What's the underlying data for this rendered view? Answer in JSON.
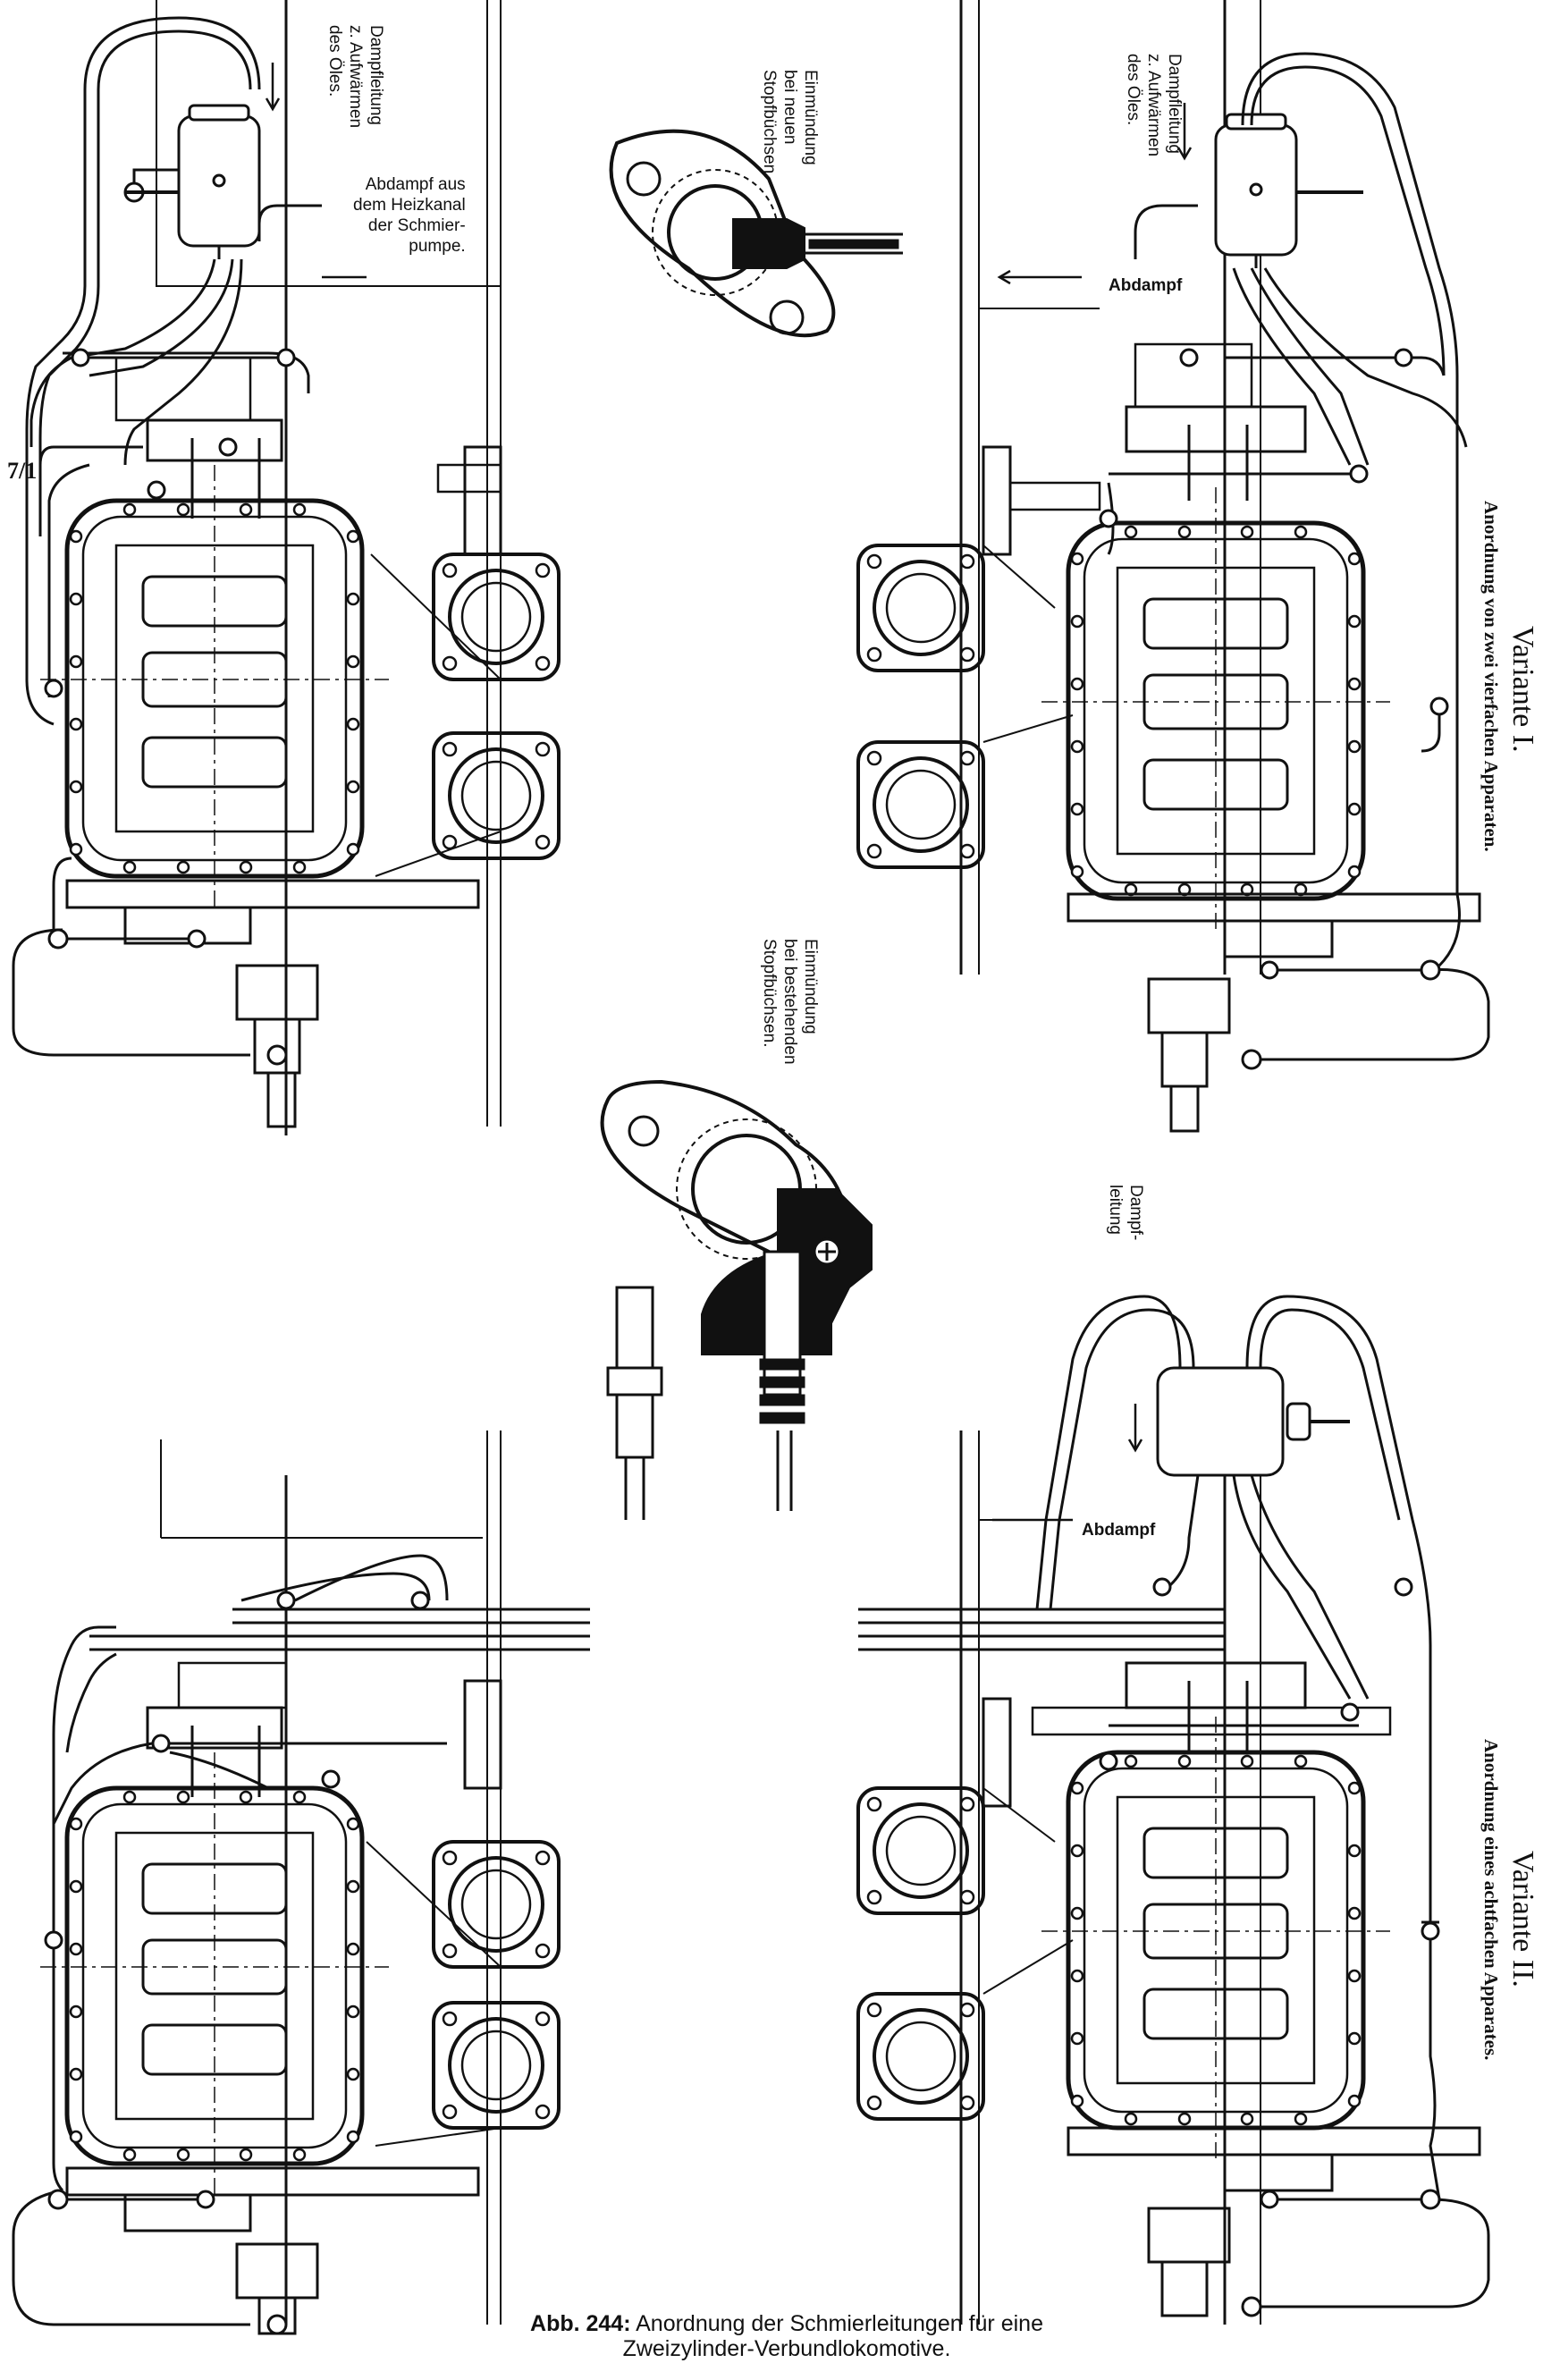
{
  "caption": {
    "prefix": "Abb. 244:",
    "line1": "Anordnung der Schmierleitungen für eine",
    "line2": "Zweizylinder-Verbundlokomotive."
  },
  "side_mark": "7/1",
  "variants": {
    "variant1": {
      "title": "Variante I.",
      "subtitle": "Anordnung von zwei vierfachen Apparaten."
    },
    "variant2": {
      "title": "Variante II.",
      "subtitle": "Anordnung eines achtfachen Apparates."
    }
  },
  "labels": {
    "tl_steam": "Dampfleitung\nz. Aufwärmen\ndes Öles.",
    "tl_exhaust": "Abdampf aus\ndem Heizkanal\nder Schmier-\npumpe.",
    "center_new": "Einmündung\nbei neuen\nStopfbüchsen.",
    "center_existing": "Einmündung\nbei bestehenden\nStopfbüchsen.",
    "tr_steam": "Dampfleitung\nz. Aufwärmen\ndes Öles.",
    "tr_exhaust": "Abdampf",
    "br_steam": "Dampf-\nleitung",
    "br_exhaust": "Abdampf"
  }
}
